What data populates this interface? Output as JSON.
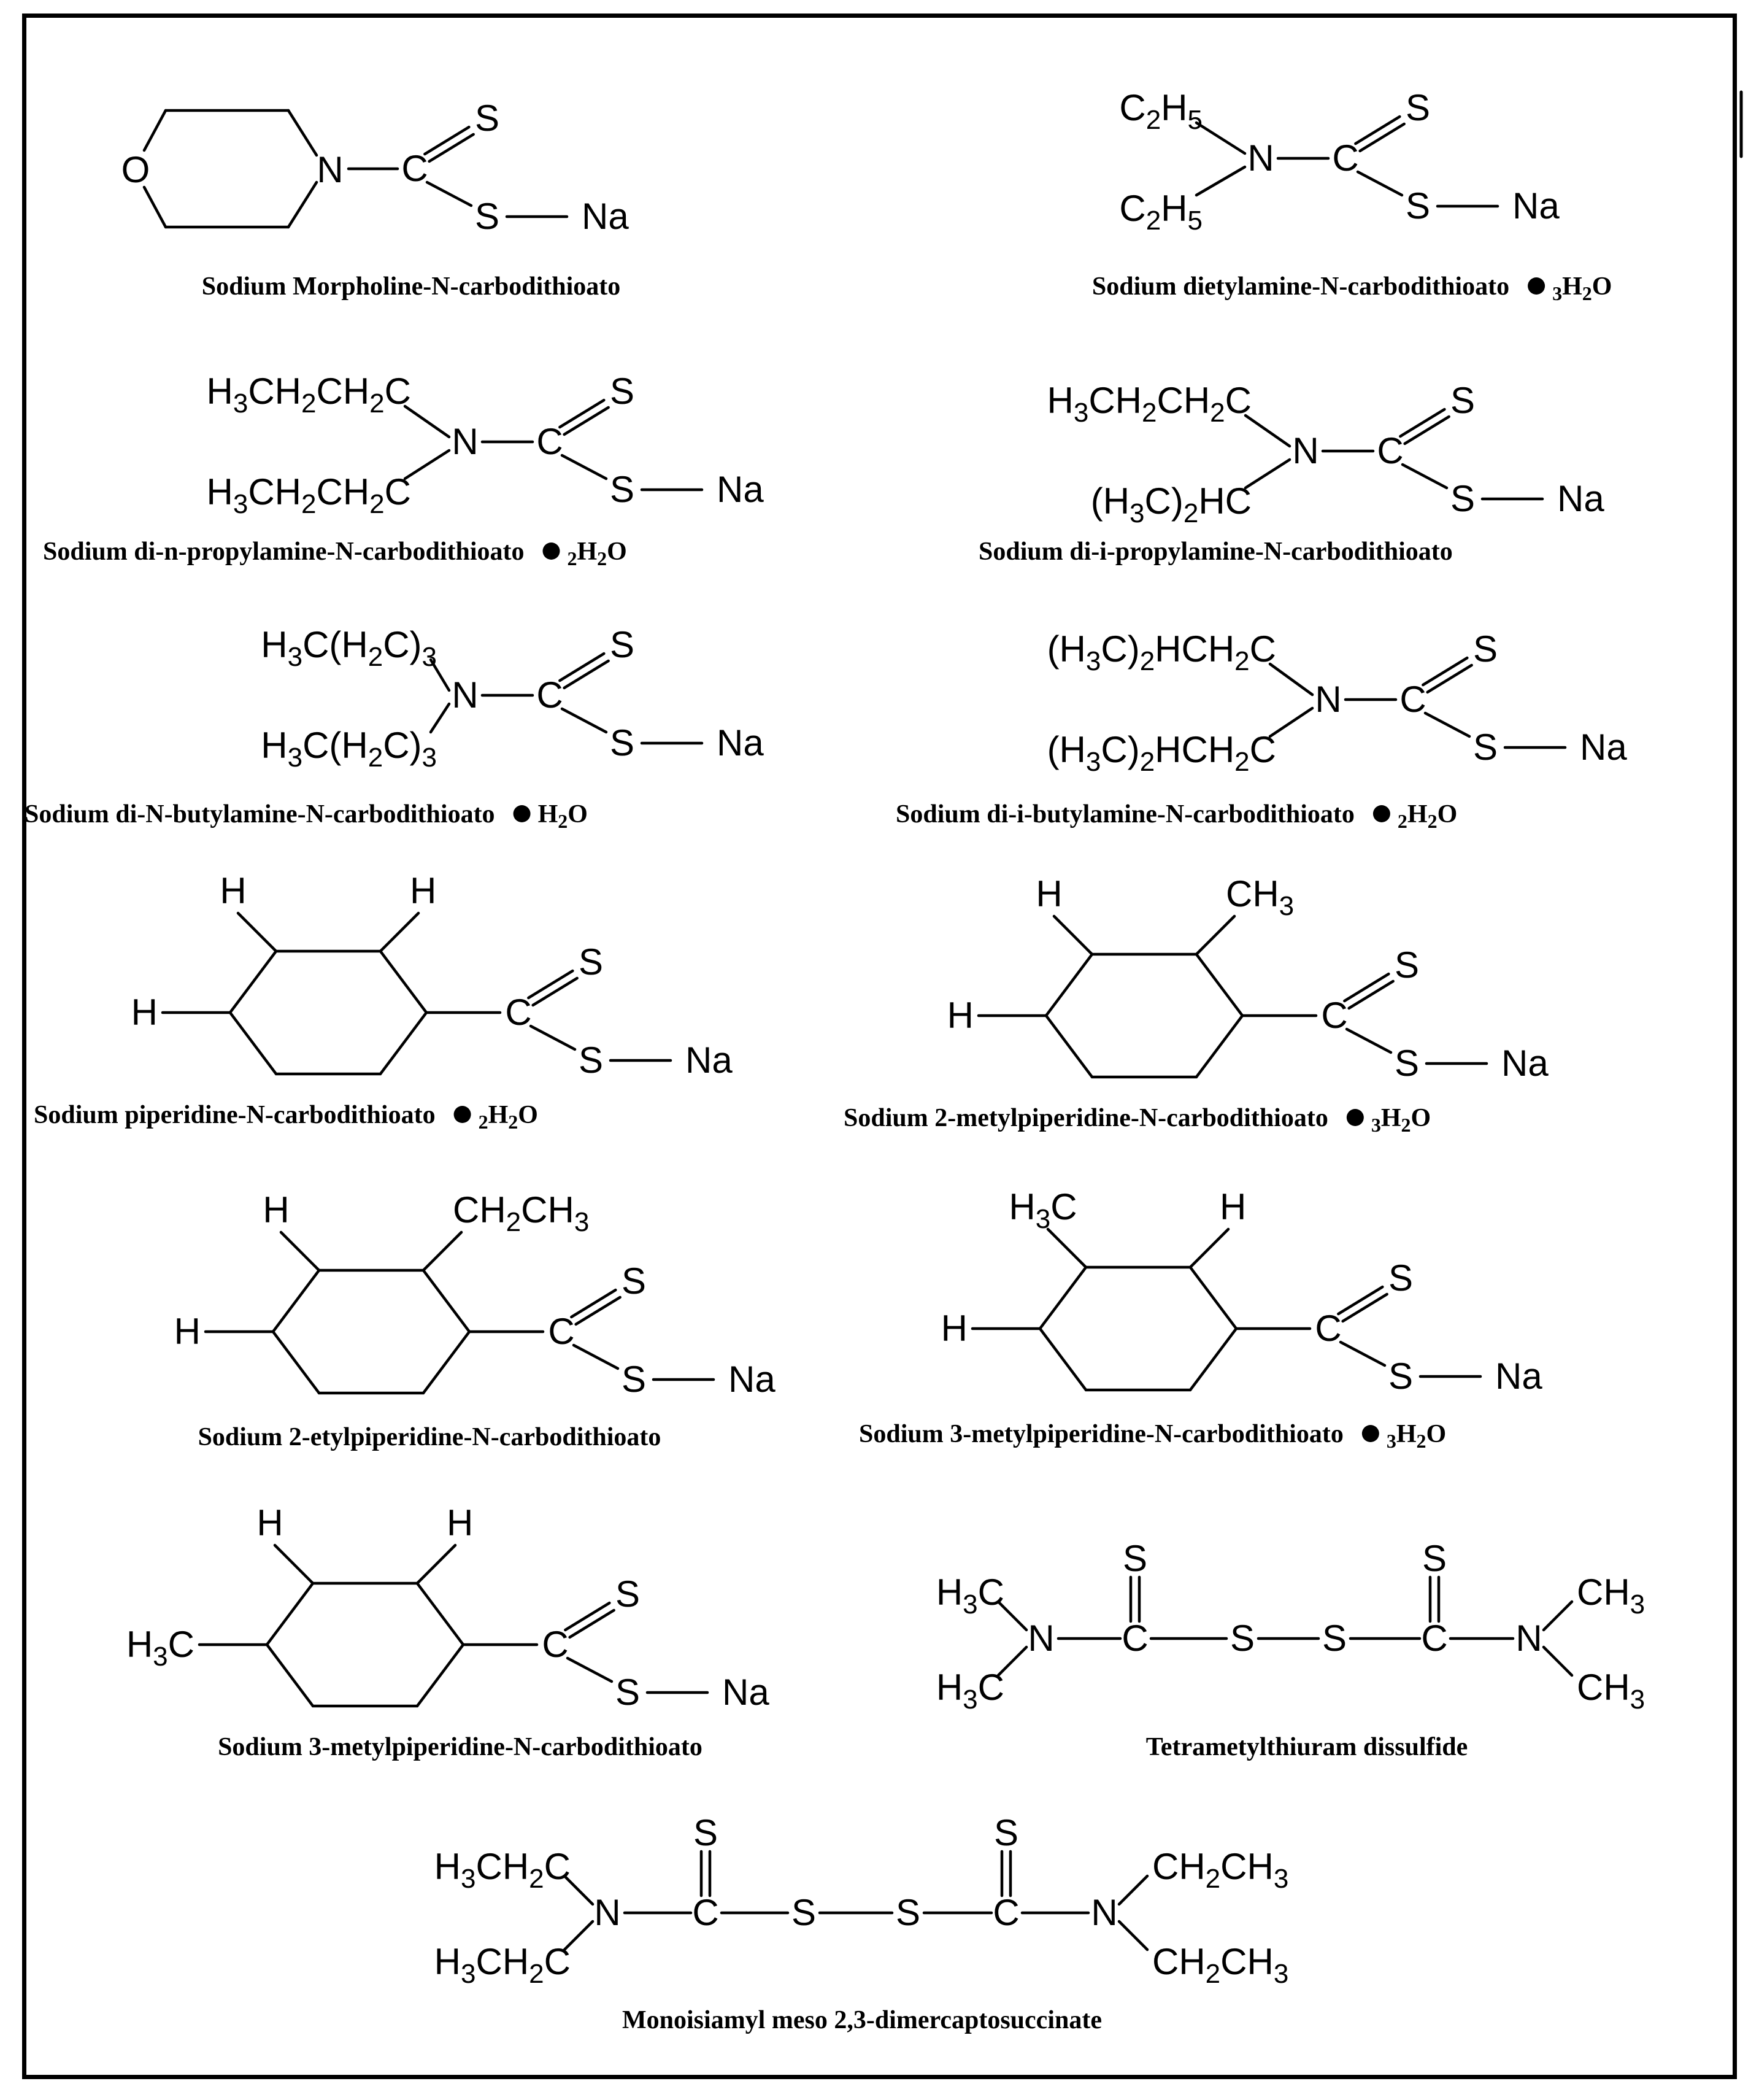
{
  "compounds": [
    {
      "name": "Sodium Morpholine-N-carbodithioato",
      "hydrate": "",
      "labels": {
        "ring_o": "O",
        "n": "N",
        "c": "C",
        "s_double": "S",
        "s_single": "S",
        "na": "Na"
      }
    },
    {
      "name": "Sodium dietylamine-N-carbodithioato",
      "hydrate": "3H2O",
      "labels": {
        "r1": "C2H5",
        "r2": "C2H5",
        "n": "N",
        "c": "C",
        "s_double": "S",
        "s_single": "S",
        "na": "Na"
      }
    },
    {
      "name": "Sodium di-n-propylamine-N-carbodithioato",
      "hydrate": "2H2O",
      "labels": {
        "r1": "H3CH2CH2C",
        "r2": "H3CH2CH2C",
        "n": "N",
        "c": "C",
        "s_double": "S",
        "s_single": "S",
        "na": "Na"
      }
    },
    {
      "name": "Sodium di-i-propylamine-N-carbodithioato",
      "hydrate": "",
      "labels": {
        "r1": "H3CH2CH2C",
        "r2": "(H3C)2HC",
        "n": "N",
        "c": "C",
        "s_double": "S",
        "s_single": "S",
        "na": "Na"
      }
    },
    {
      "name": "Sodium di-N-butylamine-N-carbodithioato",
      "hydrate": "H2O",
      "labels": {
        "r1": "H3C(H2C)3",
        "r2": "H3C(H2C)3",
        "n": "N",
        "c": "C",
        "s_double": "S",
        "s_single": "S",
        "na": "Na"
      }
    },
    {
      "name": "Sodium di-i-butylamine-N-carbodithioato",
      "hydrate": "2H2O",
      "labels": {
        "r1": "(H3C)2HCH2C",
        "r2": "(H3C)2HCH2C",
        "n": "N",
        "c": "C",
        "s_double": "S",
        "s_single": "S",
        "na": "Na"
      }
    },
    {
      "name": "Sodium piperidine-N-carbodithioato",
      "hydrate": "2H2O",
      "labels": {
        "top_left": "H",
        "top_right": "H",
        "left": "H",
        "c": "C",
        "s_double": "S",
        "s_single": "S",
        "na": "Na"
      }
    },
    {
      "name": "Sodium 2-metylpiperidine-N-carbodithioato",
      "hydrate": "3H2O",
      "labels": {
        "top_left": "H",
        "top_right": "CH3",
        "left": "H",
        "c": "C",
        "s_double": "S",
        "s_single": "S",
        "na": "Na"
      }
    },
    {
      "name": "Sodium 2-etylpiperidine-N-carbodithioato",
      "hydrate": "",
      "labels": {
        "top_left": "H",
        "top_right": "CH2CH3",
        "left": "H",
        "c": "C",
        "s_double": "S",
        "s_single": "S",
        "na": "Na"
      }
    },
    {
      "name": "Sodium 3-metylpiperidine-N-carbodithioato",
      "hydrate": "3H2O",
      "labels": {
        "top_left": "H3C",
        "top_right": "H",
        "left": "H",
        "c": "C",
        "s_double": "S",
        "s_single": "S",
        "na": "Na"
      }
    },
    {
      "name": "Sodium 3-metylpiperidine-N-carbodithioato",
      "hydrate": "",
      "labels": {
        "top_left": "H",
        "top_right": "H",
        "left": "H3C",
        "c": "C",
        "s_double": "S",
        "s_single": "S",
        "na": "Na"
      }
    },
    {
      "name": "Tetrametylthiuram dissulfide",
      "hydrate": "",
      "labels": {
        "r_tl": "H3C",
        "r_bl": "H3C",
        "r_tr": "CH3",
        "r_br": "CH3",
        "n": "N",
        "c": "C",
        "s": "S"
      }
    },
    {
      "name": "Monoisiamyl meso 2,3-dimercaptosuccinate",
      "hydrate": "",
      "labels": {
        "r_tl": "H3CH2C",
        "r_bl": "H3CH2C",
        "r_tr": "CH2CH3",
        "r_br": "CH2CH3",
        "n": "N",
        "c": "C",
        "s": "S"
      }
    }
  ]
}
